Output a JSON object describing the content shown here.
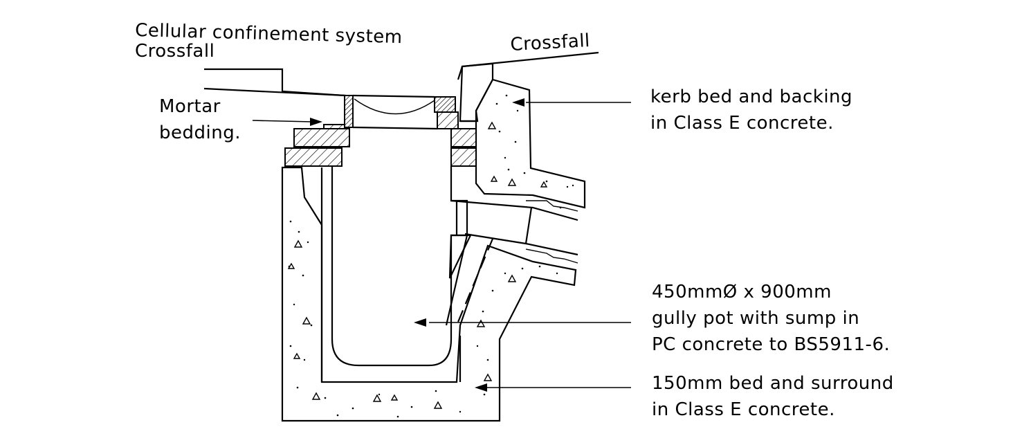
{
  "labels": {
    "cellular": "Cellular confinement system",
    "crossfall_left": "Crossfall",
    "crossfall_right": "Crossfall",
    "mortar_1": "Mortar",
    "mortar_2": "bedding.",
    "kerb_1": "kerb bed and backing",
    "kerb_2": "in Class E concrete.",
    "gully_1": "450mmØ x 900mm",
    "gully_2": "gully pot with sump in",
    "gully_3": "PC concrete to BS5911-6.",
    "bed_1": "150mm bed and surround",
    "bed_2": "in Class E concrete."
  }
}
